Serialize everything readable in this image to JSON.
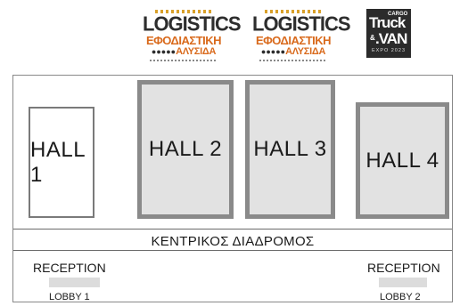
{
  "logos": {
    "logistics_1": {
      "line1": "LOGISTICS",
      "line2": "ΕΦΟΔΙΑΣΤΙΚΗ",
      "line3": "ΑΛΥΣΙΔΑ",
      "dots": "●●●●●"
    },
    "logistics_2": {
      "line1": "LOGISTICS",
      "line2": "ΕΦΟΔΙΑΣΤΙΚΗ",
      "line3": "ΑΛΥΣΙΔΑ",
      "dots": "●●●●●"
    },
    "truck_van": {
      "cargo": "CARGO",
      "truck": "Truck",
      "amp": "&",
      "van": ".VAN",
      "expo": "EXPO 2023"
    }
  },
  "halls": [
    {
      "label": "HALL 1"
    },
    {
      "label": "HALL 2"
    },
    {
      "label": "HALL 3"
    },
    {
      "label": "HALL 4"
    }
  ],
  "corridor": {
    "label": "ΚΕΝΤΡΙΚΟΣ ΔΙΑΔΡΟΜΟΣ"
  },
  "receptions": [
    {
      "label": "RECEPTION",
      "lobby": "LOBBY 1"
    },
    {
      "label": "RECEPTION",
      "lobby": "LOBBY 2"
    }
  ],
  "colors": {
    "hall_fill": "#e2e2e2",
    "hall_border": "#8a8a8a",
    "logo_orange": "#d96a1c",
    "logo_dark": "#2d2d2d"
  }
}
